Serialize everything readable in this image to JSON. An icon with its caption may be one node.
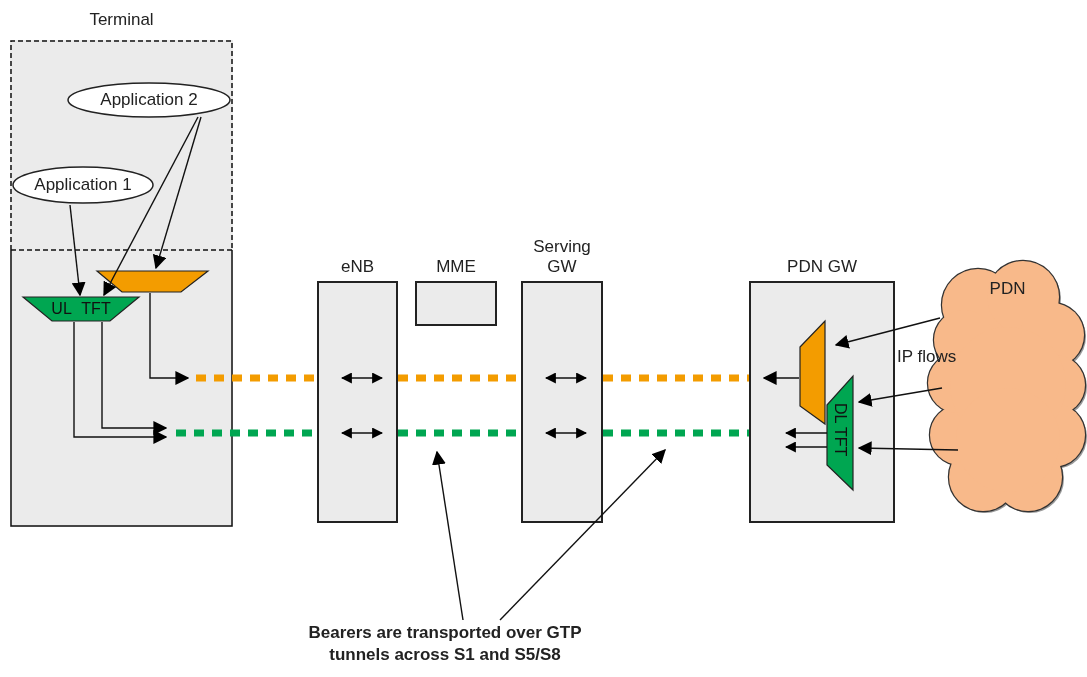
{
  "diagram": {
    "nodes": [
      {
        "text": [
          "Terminal"
        ]
      },
      {
        "text": [
          "Application 2"
        ],
        "in": 0
      },
      {
        "text": [
          "Application 1"
        ],
        "in": 0
      },
      {
        "text": [
          "UL TFT"
        ],
        "in": 0
      },
      {
        "text": [],
        "shape": "trapezoid",
        "in": 0
      },
      {
        "text": [
          "eNB"
        ]
      },
      {
        "text": [
          "MME"
        ]
      },
      {
        "text": [
          "Serving GW"
        ]
      },
      {
        "text": [
          "PDN GW"
        ]
      },
      {
        "text": [],
        "shape": "trapezoid",
        "in": 8
      },
      {
        "text": [
          "DL TFT"
        ],
        "in": 8
      },
      {
        "text": [
          "PDN"
        ]
      },
      {
        "text": [
          "Bearers are transported over GTP tunnels across S1 and S5/S8"
        ]
      }
    ],
    "edges": [
      {
        "from": 2,
        "to": 3,
        "arrow": "to"
      },
      {
        "from": 1,
        "to": 3,
        "arrow": "to"
      },
      {
        "from": 1,
        "to": 4,
        "arrow": "to"
      },
      {
        "from": 4,
        "to": null,
        "arrow": "to"
      },
      {
        "from": 3,
        "to": null,
        "arrow": "to"
      },
      {
        "from": 3,
        "to": null,
        "arrow": "to"
      },
      {
        "from": 0,
        "to": 5,
        "arrow": "none",
        "style": "dashed",
        "color": "#f39c00"
      },
      {
        "from": 5,
        "to": 7,
        "arrow": "none",
        "style": "dashed",
        "color": "#f39c00"
      },
      {
        "from": 7,
        "to": 8,
        "arrow": "none",
        "style": "dashed",
        "color": "#f39c00"
      },
      {
        "from": 0,
        "to": 5,
        "arrow": "none",
        "style": "dashed",
        "color": "#00a651"
      },
      {
        "from": 5,
        "to": 7,
        "arrow": "none",
        "style": "dashed",
        "color": "#00a651"
      },
      {
        "from": 7,
        "to": 8,
        "arrow": "none",
        "style": "dashed",
        "color": "#00a651"
      },
      {
        "from": 9,
        "to": null,
        "arrow": "to"
      },
      {
        "from": 10,
        "to": null,
        "arrow": "to"
      },
      {
        "from": 10,
        "to": null,
        "arrow": "to"
      },
      {
        "from": 11,
        "to": 9,
        "arrow": "to"
      },
      {
        "from": 11,
        "to": 10,
        "arrow": "to"
      },
      {
        "from": 11,
        "to": 10,
        "arrow": "to"
      },
      {
        "from": 12,
        "to": null,
        "arrow": "to"
      },
      {
        "from": 12,
        "to": null,
        "arrow": "to"
      }
    ],
    "labels": [
      "IP flows"
    ]
  }
}
